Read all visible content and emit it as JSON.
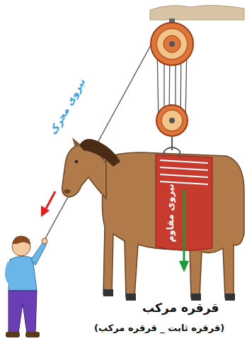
{
  "diagram": {
    "title": "قرقره مرکب",
    "caption": "(قرقره ثابت _ قرقره مرکب)",
    "labels": [
      "نیروی محرک",
      "نیروی مقاوم"
    ]
  }
}
